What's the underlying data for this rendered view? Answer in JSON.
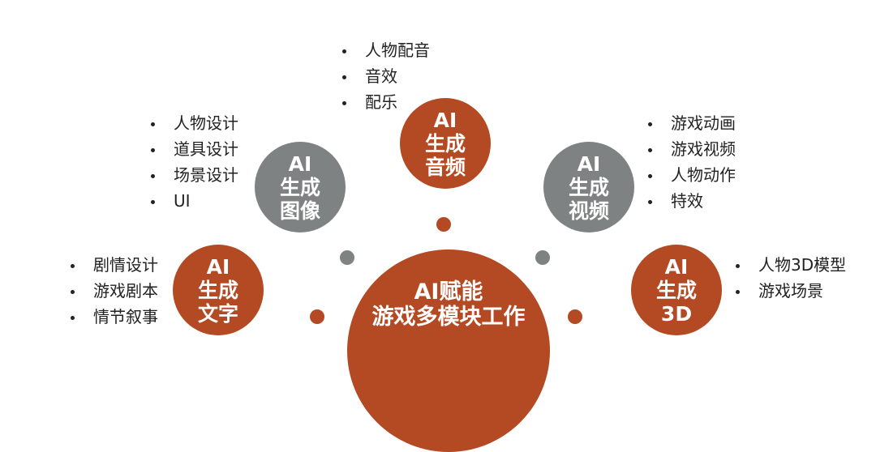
{
  "center": {
    "line1": "AI赋能",
    "line2": "游戏多模块工作"
  },
  "nodes": {
    "image": {
      "lines": [
        "AI",
        "生成",
        "图像"
      ],
      "color": "#7f8282"
    },
    "audio": {
      "lines": [
        "AI",
        "生成",
        "音频"
      ],
      "color": "#b34a23"
    },
    "video": {
      "lines": [
        "AI",
        "生成",
        "视频"
      ],
      "color": "#7f8282"
    },
    "text": {
      "lines": [
        "AI",
        "生成",
        "文字"
      ],
      "color": "#b34a23"
    },
    "threed": {
      "lines": [
        "AI",
        "生成",
        "3D"
      ],
      "color": "#b34a23"
    }
  },
  "lists": {
    "audio": [
      "人物配音",
      "音效",
      "配乐"
    ],
    "image": [
      "人物设计",
      "道具设计",
      "场景设计",
      "UI"
    ],
    "video": [
      "游戏动画",
      "游戏视频",
      "人物动作",
      "特效"
    ],
    "text": [
      "剧情设计",
      "游戏剧本",
      "情节叙事"
    ],
    "threed": [
      "人物3D模型",
      "游戏场景"
    ]
  },
  "colors": {
    "accent": "#b34a23",
    "neutral": "#7f8282",
    "text": "#222222"
  }
}
